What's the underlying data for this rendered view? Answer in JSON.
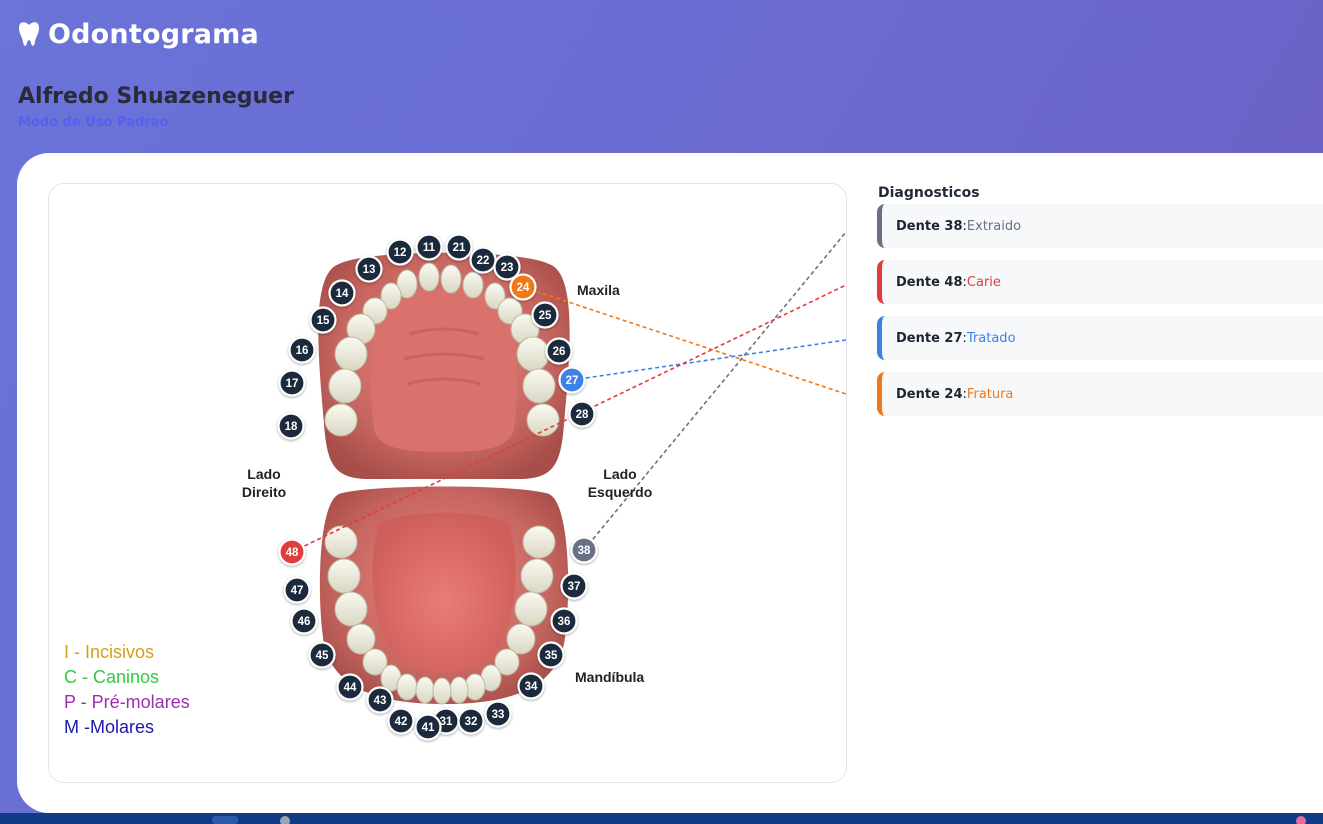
{
  "app": {
    "title": "Odontograma",
    "logo_icon": "tooth-icon"
  },
  "patient": {
    "name": "Alfredo Shuazeneguer",
    "mode": "Modo de Uso Padrao"
  },
  "chart": {
    "labels": {
      "maxila": "Maxila",
      "mandibula": "Mandíbula",
      "lado_direito": [
        "Lado",
        "Direito"
      ],
      "lado_esquerdo": [
        "Lado",
        "Esquerdo"
      ]
    },
    "legend": [
      {
        "text": "I - Incisivos",
        "color": "#d4a017"
      },
      {
        "text": "C - Caninos",
        "color": "#2ecc40"
      },
      {
        "text": "P - Pré-molares",
        "color": "#9b2fae"
      },
      {
        "text": "M -Molares",
        "color": "#1a1aa8"
      }
    ],
    "teeth": [
      {
        "n": "11",
        "status": "normal"
      },
      {
        "n": "12",
        "status": "normal"
      },
      {
        "n": "13",
        "status": "normal"
      },
      {
        "n": "14",
        "status": "normal"
      },
      {
        "n": "15",
        "status": "normal"
      },
      {
        "n": "16",
        "status": "normal"
      },
      {
        "n": "17",
        "status": "normal"
      },
      {
        "n": "18",
        "status": "normal"
      },
      {
        "n": "21",
        "status": "normal"
      },
      {
        "n": "22",
        "status": "normal"
      },
      {
        "n": "23",
        "status": "normal"
      },
      {
        "n": "24",
        "status": "fratura"
      },
      {
        "n": "25",
        "status": "normal"
      },
      {
        "n": "26",
        "status": "normal"
      },
      {
        "n": "27",
        "status": "tratado"
      },
      {
        "n": "28",
        "status": "normal"
      },
      {
        "n": "31",
        "status": "normal"
      },
      {
        "n": "32",
        "status": "normal"
      },
      {
        "n": "33",
        "status": "normal"
      },
      {
        "n": "34",
        "status": "normal"
      },
      {
        "n": "35",
        "status": "normal"
      },
      {
        "n": "36",
        "status": "normal"
      },
      {
        "n": "37",
        "status": "normal"
      },
      {
        "n": "38",
        "status": "extraido"
      },
      {
        "n": "41",
        "status": "normal"
      },
      {
        "n": "42",
        "status": "normal"
      },
      {
        "n": "43",
        "status": "normal"
      },
      {
        "n": "44",
        "status": "normal"
      },
      {
        "n": "45",
        "status": "normal"
      },
      {
        "n": "46",
        "status": "normal"
      },
      {
        "n": "47",
        "status": "normal"
      },
      {
        "n": "48",
        "status": "carie"
      }
    ],
    "status_colors": {
      "normal": "#1f2a3c",
      "fratura": "#f07818",
      "tratado": "#3c82e6",
      "carie": "#e03c3c",
      "extraido": "#6a7185"
    }
  },
  "diagnostics": {
    "title": "Diagnosticos",
    "items": [
      {
        "tooth": "Dente 38",
        "status": "Extraido",
        "color": "#6a7185"
      },
      {
        "tooth": "Dente 48",
        "status": "Carie",
        "color": "#e03c3c"
      },
      {
        "tooth": "Dente 27",
        "status": "Tratado",
        "color": "#3c82e6"
      },
      {
        "tooth": "Dente 24",
        "status": "Fratura",
        "color": "#f07818"
      }
    ]
  }
}
